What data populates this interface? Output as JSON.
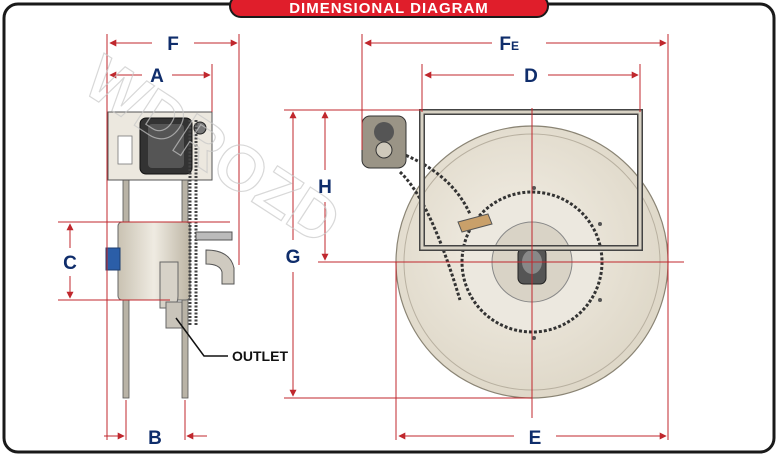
{
  "title": "DIMENSIONAL DIAGRAM",
  "dimensions": {
    "A": "A",
    "B": "B",
    "C": "C",
    "D": "D",
    "E": "E",
    "F": "F",
    "FE_main": "F",
    "FE_sub": "E",
    "G": "G",
    "H": "H"
  },
  "callout": "OUTLET",
  "watermark": "WDROZD",
  "colors": {
    "badge": "#e01e2b",
    "dimension_text": "#0f2d6b",
    "dimension_line": "#c0272d",
    "frame": "#1a1a1a"
  }
}
